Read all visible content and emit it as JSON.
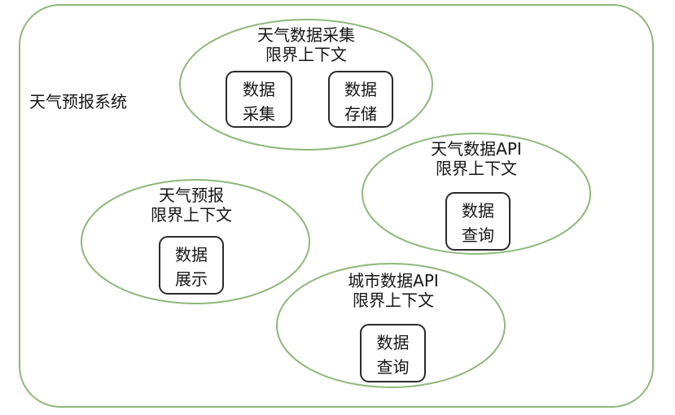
{
  "system": {
    "title": "天气预报系统",
    "border_color": "#8fb87a"
  },
  "contexts": [
    {
      "title_line1": "天气数据采集",
      "title_line2": "限界上下文",
      "modules": [
        {
          "line1": "数据",
          "line2": "采集"
        },
        {
          "line1": "数据",
          "line2": "存储"
        }
      ]
    },
    {
      "title_line1": "天气数据API",
      "title_line2": "限界上下文",
      "modules": [
        {
          "line1": "数据",
          "line2": "查询"
        }
      ]
    },
    {
      "title_line1": "天气预报",
      "title_line2": "限界上下文",
      "modules": [
        {
          "line1": "数据",
          "line2": "展示"
        }
      ]
    },
    {
      "title_line1": "城市数据API",
      "title_line2": "限界上下文",
      "modules": [
        {
          "line1": "数据",
          "line2": "查询"
        }
      ]
    }
  ]
}
